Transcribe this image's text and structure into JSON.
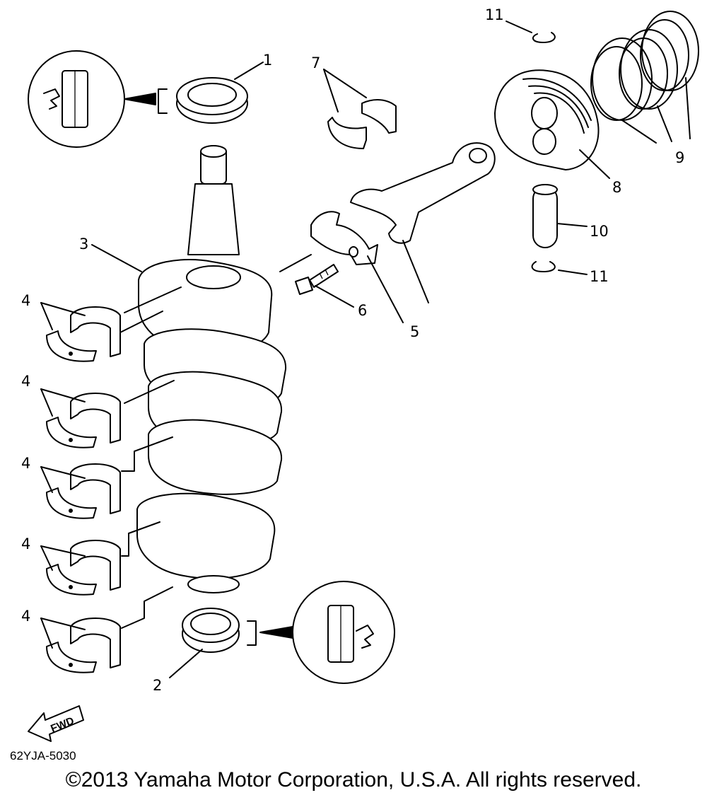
{
  "diagram": {
    "callouts": [
      {
        "id": "c11a",
        "text": "11"
      },
      {
        "id": "c1",
        "text": "1"
      },
      {
        "id": "c7",
        "text": "7"
      },
      {
        "id": "c9",
        "text": "9"
      },
      {
        "id": "c8",
        "text": "8"
      },
      {
        "id": "c10",
        "text": "10"
      },
      {
        "id": "c3",
        "text": "3"
      },
      {
        "id": "c11b",
        "text": "11"
      },
      {
        "id": "c6",
        "text": "6"
      },
      {
        "id": "c5",
        "text": "5"
      },
      {
        "id": "c4a",
        "text": "4"
      },
      {
        "id": "c4b",
        "text": "4"
      },
      {
        "id": "c4c",
        "text": "4"
      },
      {
        "id": "c4d",
        "text": "4"
      },
      {
        "id": "c4e",
        "text": "4"
      },
      {
        "id": "c2",
        "text": "2"
      }
    ],
    "fwd_label": "FWD",
    "figure_code": "62YJA-5030"
  },
  "footer": {
    "copyright": "©2013 Yamaha Motor Corporation, U.S.A. All rights reserved."
  }
}
